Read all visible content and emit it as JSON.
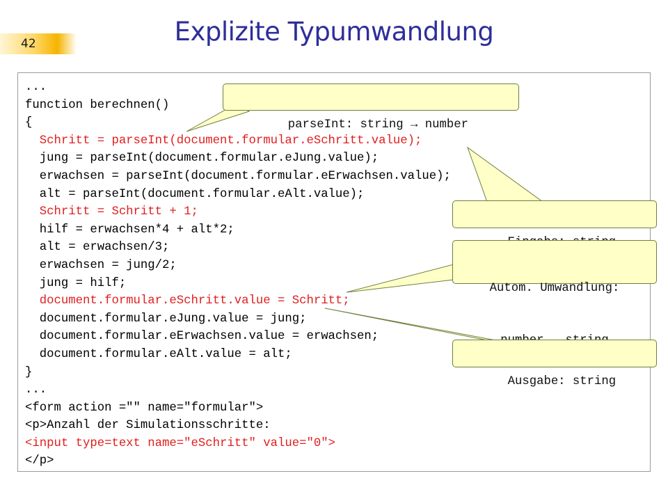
{
  "slide": {
    "number": "42",
    "title": "Explizite Typumwandlung"
  },
  "code": {
    "lines": [
      {
        "text": "...",
        "red": false
      },
      {
        "text": "function berechnen()",
        "red": false
      },
      {
        "text": "{",
        "red": false
      },
      {
        "text": "  Schritt = parseInt(document.formular.eSchritt.value);",
        "red": true
      },
      {
        "text": "  jung = parseInt(document.formular.eJung.value);",
        "red": false
      },
      {
        "text": "  erwachsen = parseInt(document.formular.eErwachsen.value);",
        "red": false
      },
      {
        "text": "  alt = parseInt(document.formular.eAlt.value);",
        "red": false
      },
      {
        "text": "  Schritt = Schritt + 1;",
        "red": true
      },
      {
        "text": "  hilf = erwachsen*4 + alt*2;",
        "red": false
      },
      {
        "text": "  alt = erwachsen/3;",
        "red": false
      },
      {
        "text": "  erwachsen = jung/2;",
        "red": false
      },
      {
        "text": "  jung = hilf;",
        "red": false
      },
      {
        "text": "  document.formular.eSchritt.value = Schritt;",
        "red": true
      },
      {
        "text": "  document.formular.eJung.value = jung;",
        "red": false
      },
      {
        "text": "  document.formular.eErwachsen.value = erwachsen;",
        "red": false
      },
      {
        "text": "  document.formular.eAlt.value = alt;",
        "red": false
      },
      {
        "text": "}",
        "red": false
      },
      {
        "text": "...",
        "red": false
      },
      {
        "text": "<form action =\"\" name=\"formular\">",
        "red": false
      },
      {
        "text": "<p>Anzahl der Simulationsschritte:",
        "red": false
      },
      {
        "text": "<input type=text name=\"eSchritt\" value=\"0\">",
        "red": true
      },
      {
        "text": "</p>",
        "red": false
      }
    ]
  },
  "callouts": {
    "parse_int": "parseInt: string → number",
    "eingabe": "Eingabe: string",
    "autom_line1": "Autom. Umwandlung:",
    "autom_line2": "number → string",
    "ausgabe": "Ausgabe: string"
  },
  "colors": {
    "title": "#2e2e9a",
    "code_highlight": "#e11e1e",
    "callout_fill": "#ffffc8"
  }
}
